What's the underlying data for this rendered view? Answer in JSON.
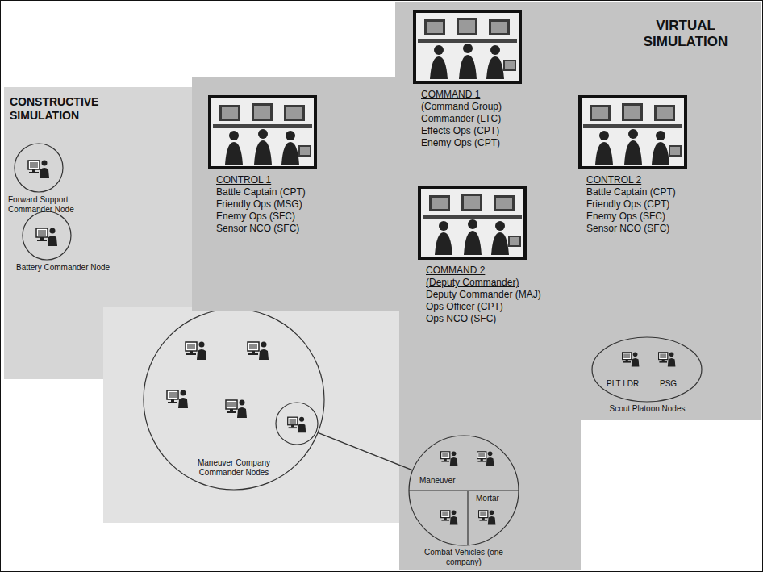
{
  "diagram": {
    "nodes": [
      {
        "text": [
          "CONSTRUCTIVE SIMULATION"
        ]
      },
      {
        "text": [
          "Forward Support Commander Node"
        ],
        "in": 0
      },
      {
        "text": [
          "Battery Commander Node"
        ],
        "in": 0
      },
      {
        "text": [
          "Maneuver Company Commander Nodes"
        ],
        "in": 0
      },
      {
        "text": [
          "VIRTUAL SIMULATION"
        ]
      },
      {
        "text": [
          "COMMAND 1",
          "(Command Group)",
          "Commander (LTC)",
          "Effects Ops (CPT)",
          "Enemy Ops (CPT)"
        ],
        "in": 4
      },
      {
        "text": [
          "CONTROL 1",
          "Battle Captain (CPT)",
          "Friendly Ops (MSG)",
          "Enemy Ops (SFC)",
          "Sensor NCO (SFC)"
        ],
        "in": 4
      },
      {
        "text": [
          "CONTROL 2",
          "Battle Captain (CPT)",
          "Friendly Ops (CPT)",
          "Enemy Ops (SFC)",
          "Sensor NCO (SFC)"
        ],
        "in": 4
      },
      {
        "text": [
          "COMMAND 2",
          "(Deputy Commander)",
          "Deputy Commander (MAJ)",
          "Ops Officer (CPT)",
          "Ops NCO (SFC)"
        ],
        "in": 4
      },
      {
        "text": [
          "PLT LDR",
          "PSG",
          "Scout Platoon Nodes"
        ],
        "in": 4
      },
      {
        "text": [
          "Maneuver",
          "Mortar",
          "Combat Vehicles (one company)"
        ],
        "in": 4
      }
    ],
    "edges": [
      {
        "from": 3,
        "to": 10,
        "arrow": "none"
      }
    ]
  }
}
